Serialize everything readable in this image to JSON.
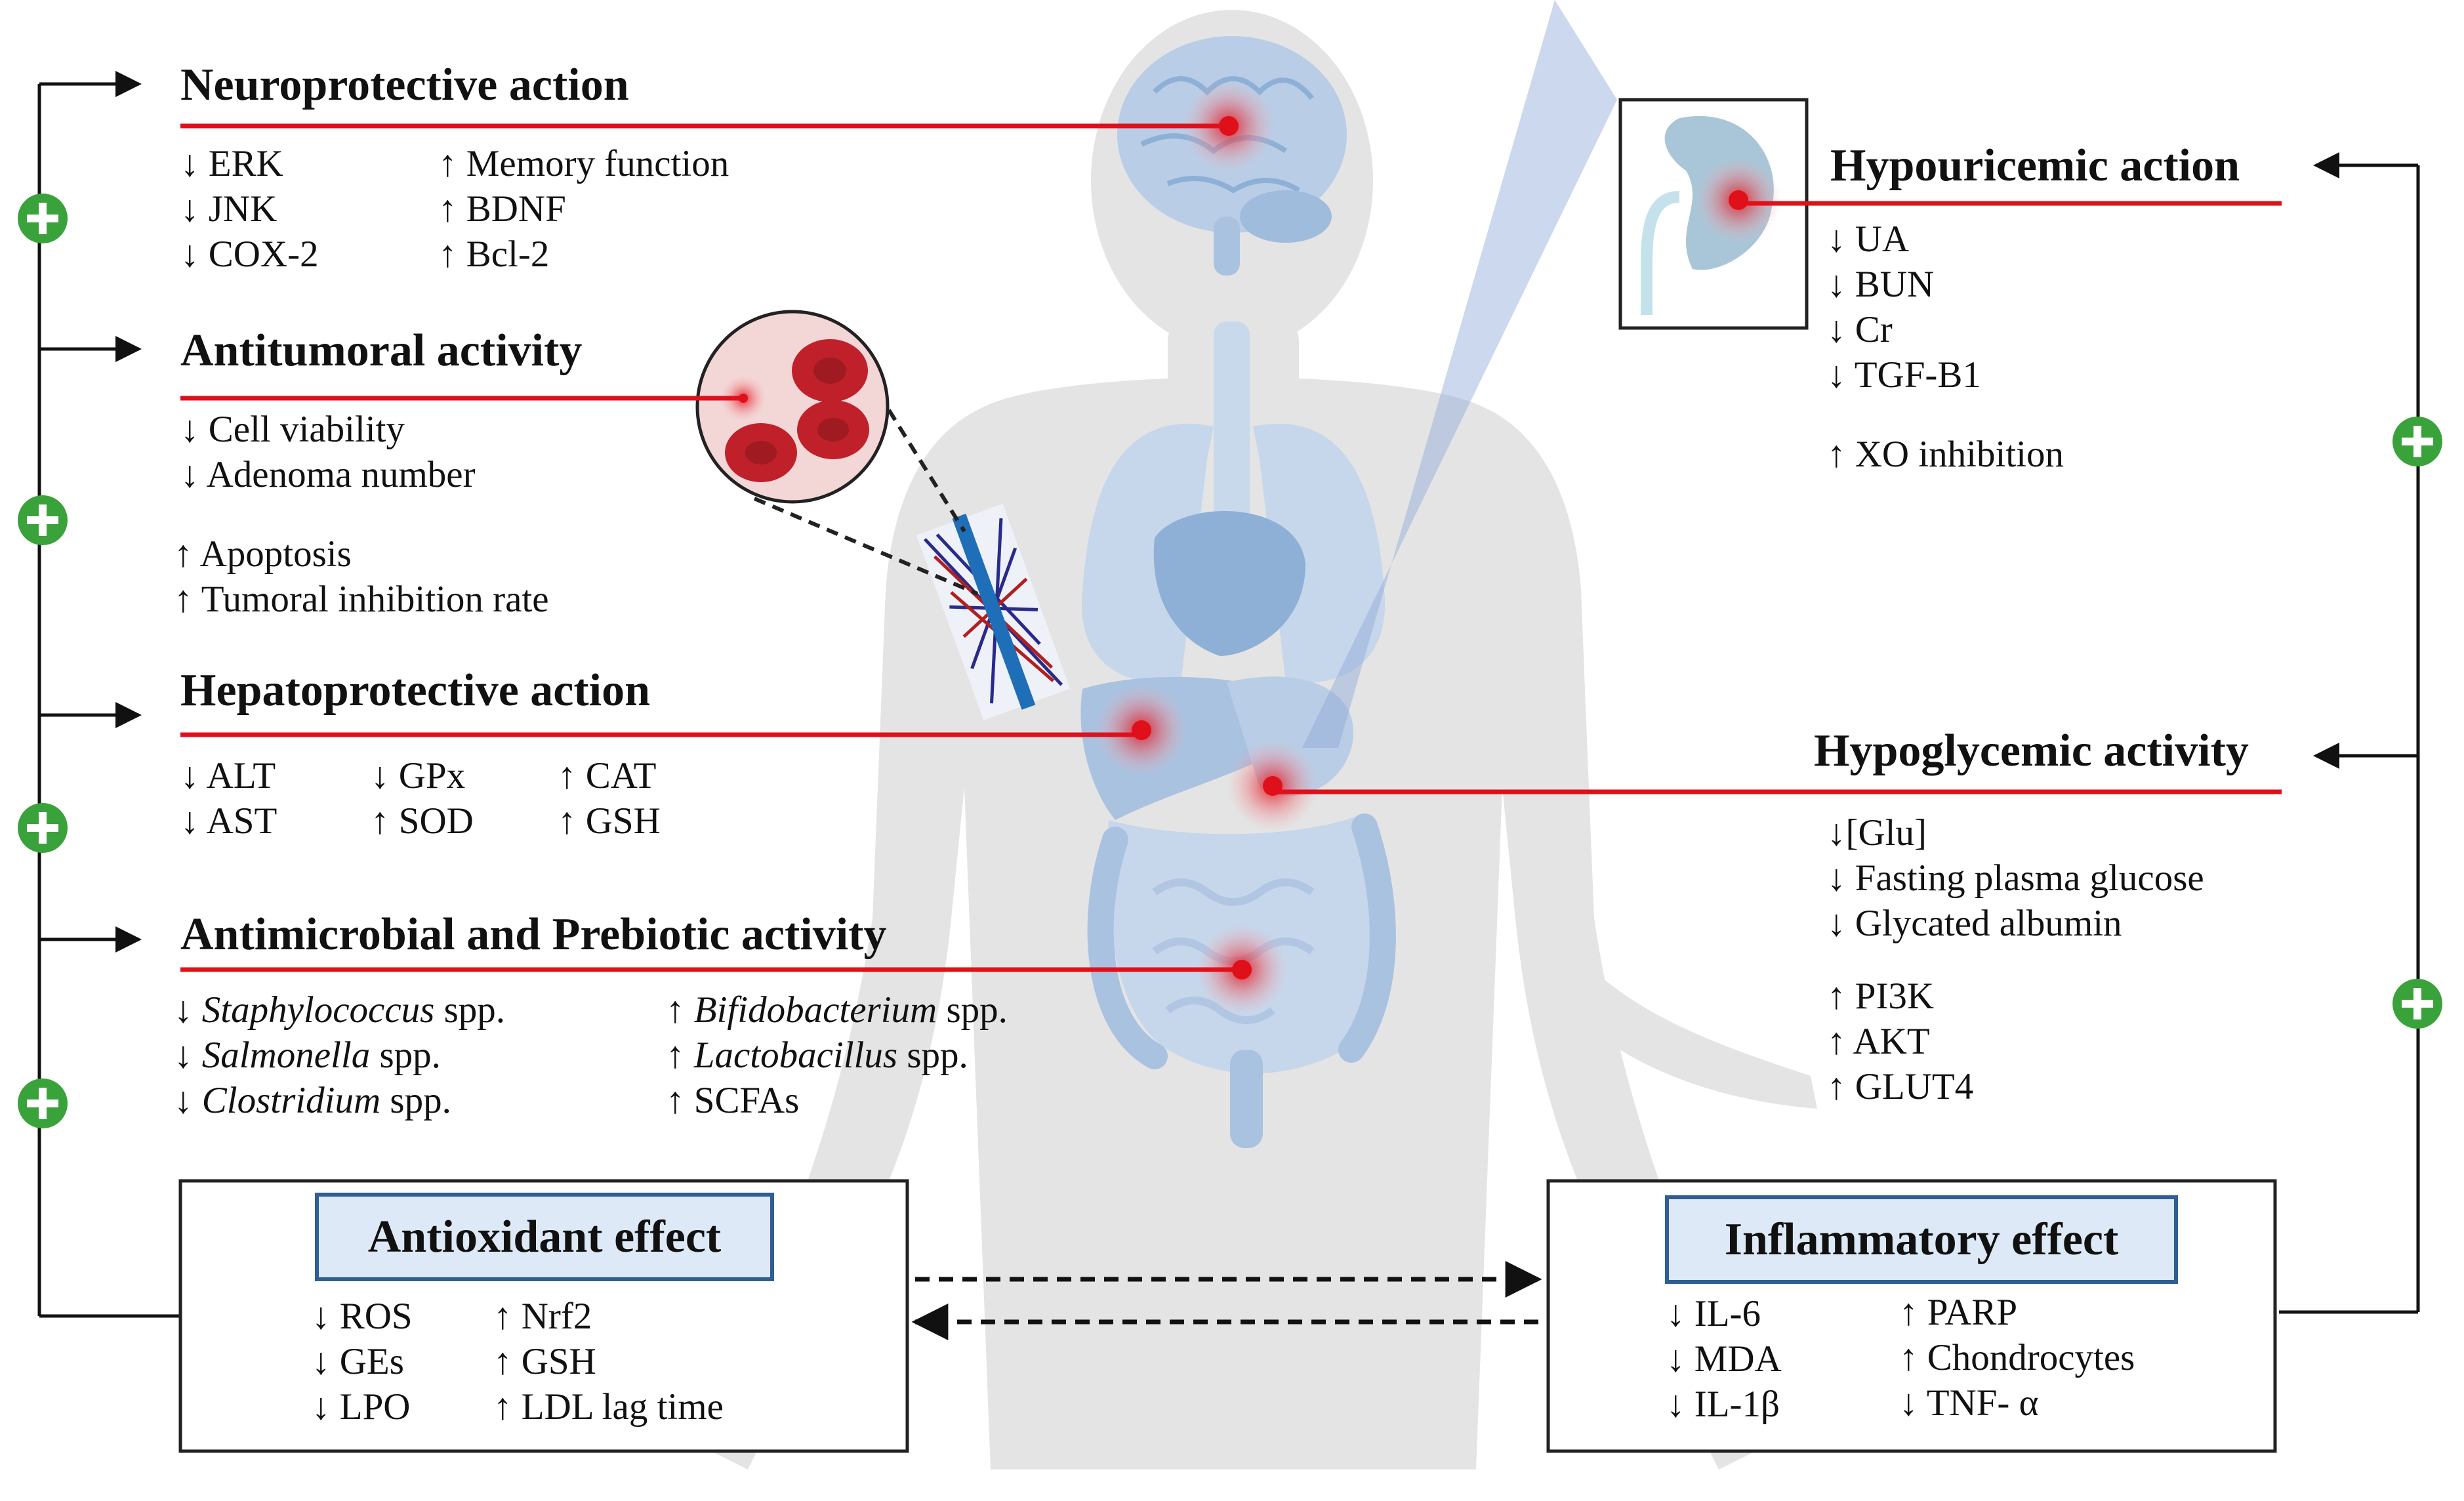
{
  "colors": {
    "body": "#e4e4e4",
    "organ_blue": "#b9cde6",
    "organ_blue_dark": "#8fb0d6",
    "marker_red": "#e0101a",
    "plus_green": "#3aa23a",
    "box_header_fill": "#dde9f6",
    "box_header_border": "#2e5e92",
    "blood_cell_red": "#c0202a"
  },
  "icons": {
    "plus": "plus-circle-icon",
    "arrow": "arrow-right-icon",
    "marker": "target-marker-icon"
  },
  "sections": {
    "neuro": {
      "title": "Neuroprotective action",
      "col1": [
        "↓ ERK",
        "↓ JNK",
        "↓ COX-2"
      ],
      "col2": [
        "↑ Memory function",
        "↑ BDNF",
        "↑ Bcl-2"
      ]
    },
    "antitumoral": {
      "title": "Antitumoral activity",
      "col1": [
        "↓ Cell viability",
        "↓ Adenoma number"
      ],
      "col2": [
        "↑ Apoptosis",
        "↑ Tumoral inhibition rate"
      ]
    },
    "hepato": {
      "title": "Hepatoprotective action",
      "col1": [
        "↓ ALT",
        "↓ AST"
      ],
      "col2": [
        "↓ GPx",
        "↑ SOD"
      ],
      "col3": [
        "↑ CAT",
        "↑ GSH"
      ]
    },
    "antimicrobial": {
      "title": "Antimicrobial and Prebiotic activity",
      "col1": [
        {
          "arrow": "↓",
          "genus": "Staphylococcus",
          "suffix": "spp."
        },
        {
          "arrow": "↓",
          "genus": "Salmonella",
          "suffix": "spp."
        },
        {
          "arrow": "↓",
          "genus": "Clostridium",
          "suffix": "spp."
        }
      ],
      "col2": [
        {
          "arrow": "↑",
          "genus": "Bifidobacterium",
          "suffix": "spp."
        },
        {
          "arrow": "↑",
          "genus": "Lactobacillus",
          "suffix": "spp."
        },
        {
          "arrow": "↑",
          "genus": "SCFAs",
          "suffix": ""
        }
      ]
    },
    "hypouricemic": {
      "title": "Hypouricemic action",
      "col1": [
        "↓ UA",
        "↓ BUN",
        "↓ Cr",
        "↓ TGF-B1"
      ],
      "col2": [
        "↑ XO inhibition"
      ]
    },
    "hypoglycemic": {
      "title": "Hypoglycemic activity",
      "col1": [
        "↓[Glu]",
        "↓ Fasting plasma glucose",
        "↓ Glycated albumin"
      ],
      "col2": [
        "↑ PI3K",
        "↑ AKT",
        "↑ GLUT4"
      ]
    },
    "antioxidant": {
      "title": "Antioxidant effect",
      "col1": [
        "↓ ROS",
        "↓ GEs",
        "↓ LPO"
      ],
      "col2": [
        "↑ Nrf2",
        "↑ GSH",
        "↑ LDL lag time"
      ]
    },
    "inflammatory": {
      "title": "Inflammatory effect",
      "col1": [
        "↓ IL-6",
        "↓ MDA",
        "↓ IL-1β"
      ],
      "col2": [
        "↑ PARP",
        "↑ Chondrocytes",
        "↓ TNF- α"
      ]
    }
  }
}
